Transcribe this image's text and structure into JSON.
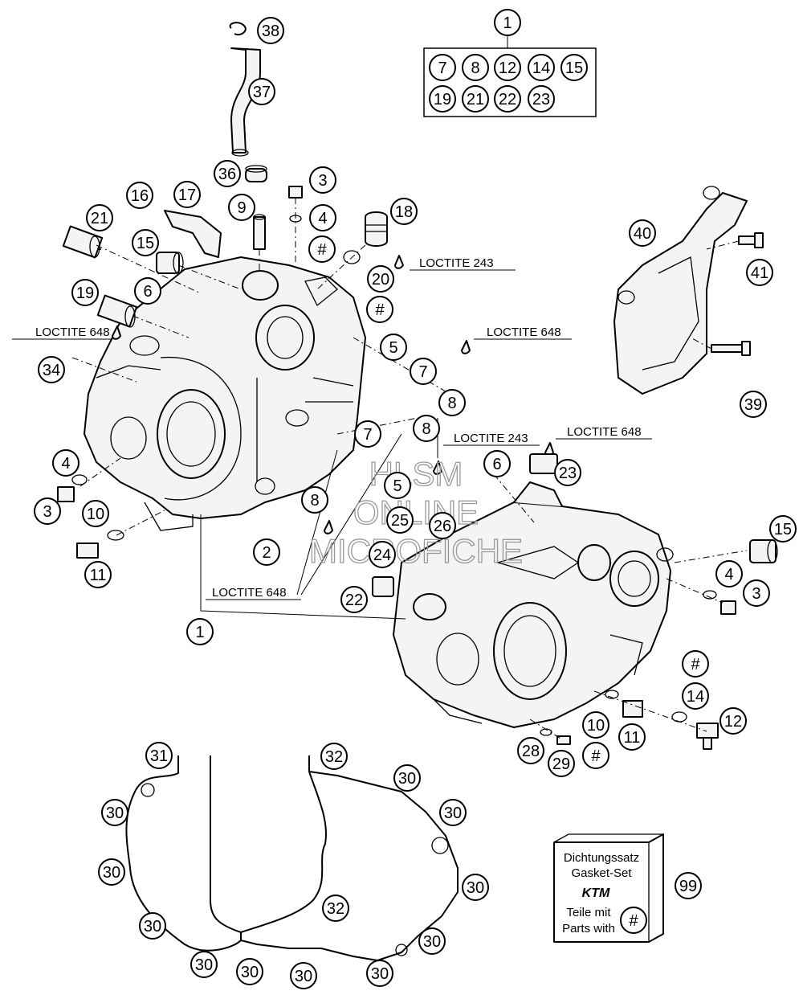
{
  "callouts": [
    {
      "id": "c1-top",
      "text": "1"
    },
    {
      "id": "c7-kit",
      "text": "7"
    },
    {
      "id": "c8-kit",
      "text": "8"
    },
    {
      "id": "c12-kit",
      "text": "12"
    },
    {
      "id": "c14-kit",
      "text": "14"
    },
    {
      "id": "c15-kit",
      "text": "15"
    },
    {
      "id": "c19-kit",
      "text": "19"
    },
    {
      "id": "c21-kit",
      "text": "21"
    },
    {
      "id": "c22-kit",
      "text": "22"
    },
    {
      "id": "c23-kit",
      "text": "23"
    },
    {
      "id": "c38",
      "text": "38"
    },
    {
      "id": "c37",
      "text": "37"
    },
    {
      "id": "c36",
      "text": "36"
    },
    {
      "id": "c3-top",
      "text": "3"
    },
    {
      "id": "c16",
      "text": "16"
    },
    {
      "id": "c17",
      "text": "17"
    },
    {
      "id": "c9",
      "text": "9"
    },
    {
      "id": "c4-top",
      "text": "4"
    },
    {
      "id": "c18",
      "text": "18"
    },
    {
      "id": "c21",
      "text": "21"
    },
    {
      "id": "c15-left",
      "text": "15"
    },
    {
      "id": "c20",
      "text": "20"
    },
    {
      "id": "c19",
      "text": "19"
    },
    {
      "id": "c6-left",
      "text": "6"
    },
    {
      "id": "c34",
      "text": "34"
    },
    {
      "id": "c5-top",
      "text": "5"
    },
    {
      "id": "c7-mid",
      "text": "7"
    },
    {
      "id": "c8-mid",
      "text": "8"
    },
    {
      "id": "c7-low",
      "text": "7"
    },
    {
      "id": "c8-low",
      "text": "8"
    },
    {
      "id": "c4-left",
      "text": "4"
    },
    {
      "id": "c3-left",
      "text": "3"
    },
    {
      "id": "c10-left",
      "text": "10"
    },
    {
      "id": "c11-left",
      "text": "11"
    },
    {
      "id": "c8-left",
      "text": "8"
    },
    {
      "id": "c2",
      "text": "2"
    },
    {
      "id": "c5-mid",
      "text": "5"
    },
    {
      "id": "c25",
      "text": "25"
    },
    {
      "id": "c26",
      "text": "26"
    },
    {
      "id": "c24",
      "text": "24"
    },
    {
      "id": "c22",
      "text": "22"
    },
    {
      "id": "c1-low",
      "text": "1"
    },
    {
      "id": "c6-right",
      "text": "6"
    },
    {
      "id": "c23",
      "text": "23"
    },
    {
      "id": "c15-right",
      "text": "15"
    },
    {
      "id": "c4-right",
      "text": "4"
    },
    {
      "id": "c3-right",
      "text": "3"
    },
    {
      "id": "c14",
      "text": "14"
    },
    {
      "id": "c12",
      "text": "12"
    },
    {
      "id": "c10-right",
      "text": "10"
    },
    {
      "id": "c11-right",
      "text": "11"
    },
    {
      "id": "c28",
      "text": "28"
    },
    {
      "id": "c29",
      "text": "29"
    },
    {
      "id": "c40",
      "text": "40"
    },
    {
      "id": "c41",
      "text": "41"
    },
    {
      "id": "c39",
      "text": "39"
    },
    {
      "id": "c31",
      "text": "31"
    },
    {
      "id": "c32-top",
      "text": "32"
    },
    {
      "id": "c30-a",
      "text": "30"
    },
    {
      "id": "c30-b",
      "text": "30"
    },
    {
      "id": "c30-c",
      "text": "30"
    },
    {
      "id": "c30-d",
      "text": "30"
    },
    {
      "id": "c30-e",
      "text": "30"
    },
    {
      "id": "c30-f",
      "text": "30"
    },
    {
      "id": "c30-g",
      "text": "30"
    },
    {
      "id": "c30-h",
      "text": "30"
    },
    {
      "id": "c30-i",
      "text": "30"
    },
    {
      "id": "c30-j",
      "text": "30"
    },
    {
      "id": "c30-k",
      "text": "30"
    },
    {
      "id": "c32-mid",
      "text": "32"
    },
    {
      "id": "c99",
      "text": "99"
    },
    {
      "id": "hash-top",
      "text": "#"
    },
    {
      "id": "hash-20",
      "text": "#"
    },
    {
      "id": "hash-right",
      "text": "#"
    },
    {
      "id": "hash-low",
      "text": "#"
    },
    {
      "id": "hash-box",
      "text": "#"
    }
  ],
  "labels": {
    "loctite_243_top": "LOCTITE 243",
    "loctite_648_left": "LOCTITE 648",
    "loctite_648_right": "LOCTITE 648",
    "loctite_243_mid": "LOCTITE 243",
    "loctite_648_mid": "LOCTITE 648",
    "loctite_648_low": "LOCTITE 648"
  },
  "gasket_box": {
    "line1": "Dichtungssatz",
    "line2": "Gasket-Set",
    "brand": "KTM",
    "line3": "Teile mit",
    "line4": "Parts with"
  },
  "watermark": {
    "line1": "HLSM",
    "line2": "ONLINE",
    "line3": "MICROFICHE"
  }
}
